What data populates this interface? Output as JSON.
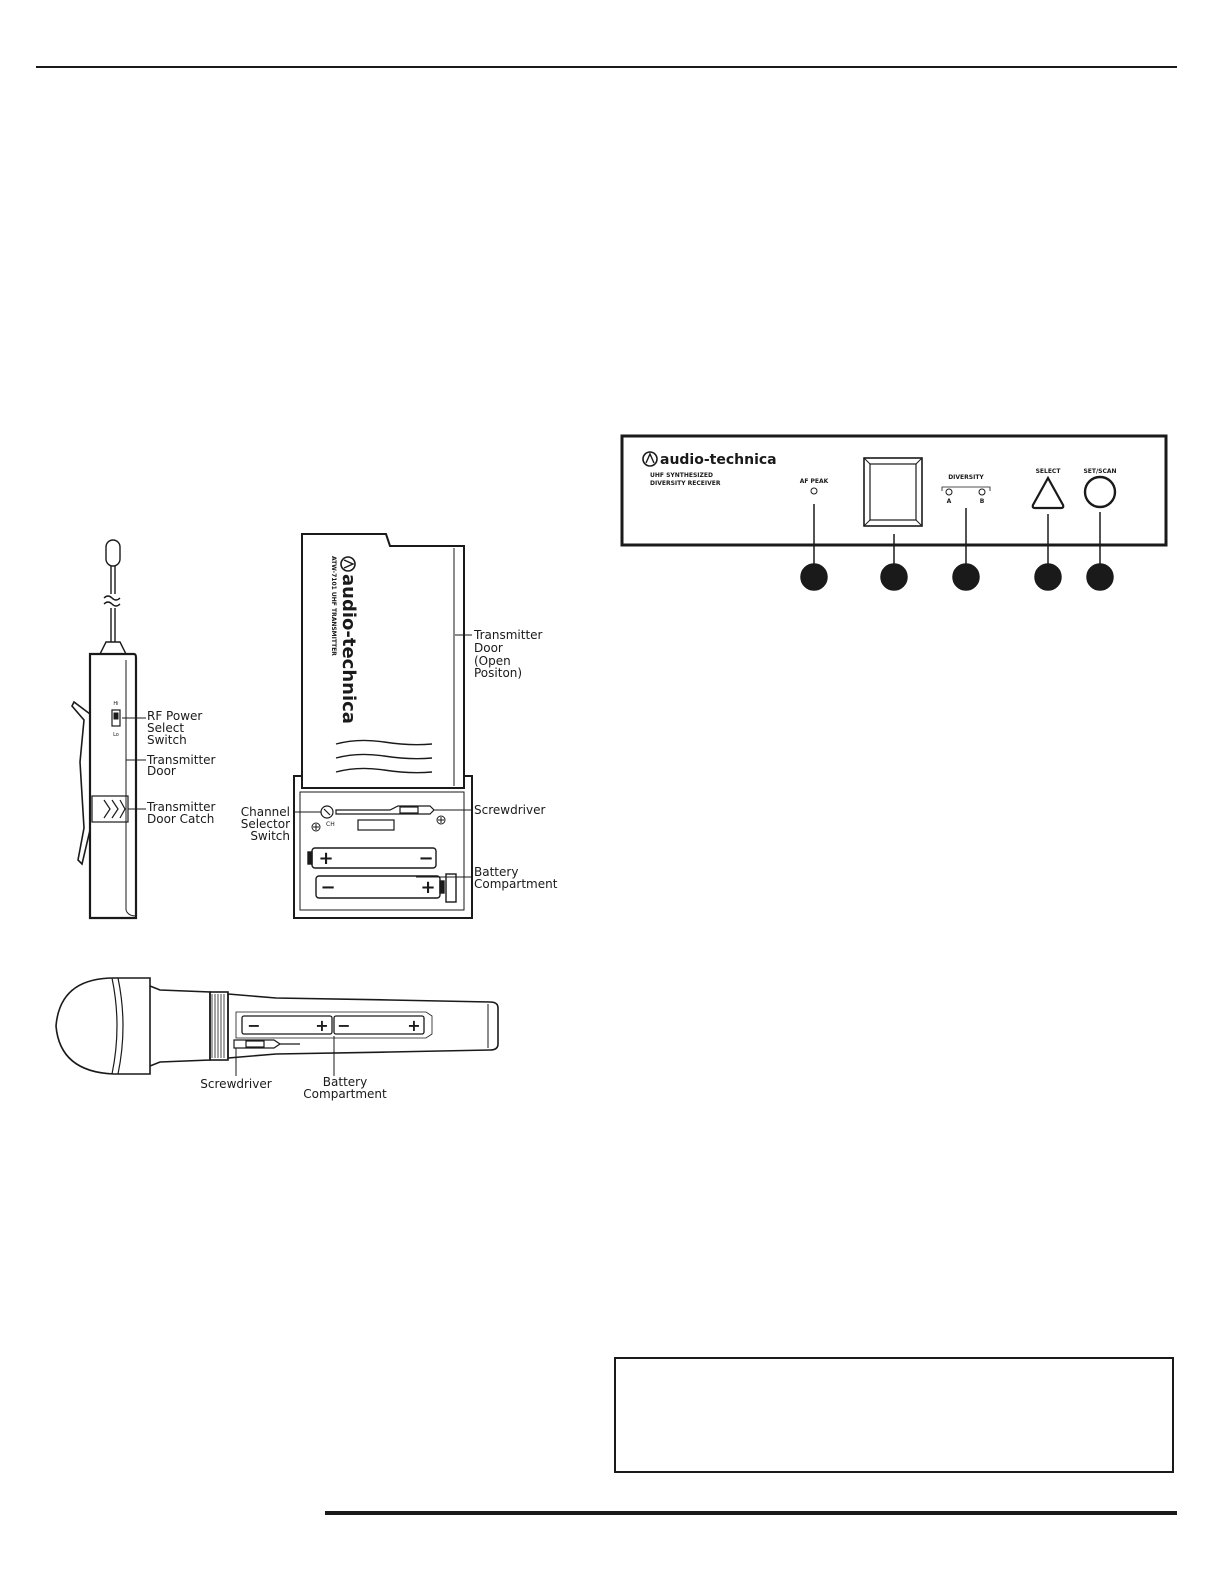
{
  "receiver_panel": {
    "brand": "audio-technica",
    "model_line1": "UHF SYNTHESIZED",
    "model_line2": "DIVERSITY RECEIVER",
    "af_peak_label": "AF PEAK",
    "diversity_label": "DIVERSITY",
    "diversity_a": "A",
    "diversity_b": "B",
    "select_label": "SELECT",
    "set_scan_label": "SET/SCAN"
  },
  "bodypack_side": {
    "rf_power": [
      "RF Power",
      "Select",
      "Switch"
    ],
    "transmitter_door": [
      "Transmitter",
      "Door"
    ],
    "door_catch": [
      "Transmitter",
      "Door Catch"
    ]
  },
  "bodypack_front": {
    "brand": "audio-technica",
    "model": "ATW-7101 UHF TRANSMITTER",
    "door_open": [
      "Transmitter",
      "Door",
      "(Open",
      "Positon)"
    ],
    "screwdriver": "Screwdriver",
    "channel_selector": [
      "Channel",
      "Selector",
      "Switch"
    ],
    "battery": [
      "Battery",
      "Compartment"
    ],
    "ch_mark": "CH"
  },
  "handheld": {
    "screwdriver": "Screwdriver",
    "battery": [
      "Battery",
      "Compartment"
    ]
  },
  "colors": {
    "ink": "#1a1a1a",
    "paper": "#ffffff"
  }
}
